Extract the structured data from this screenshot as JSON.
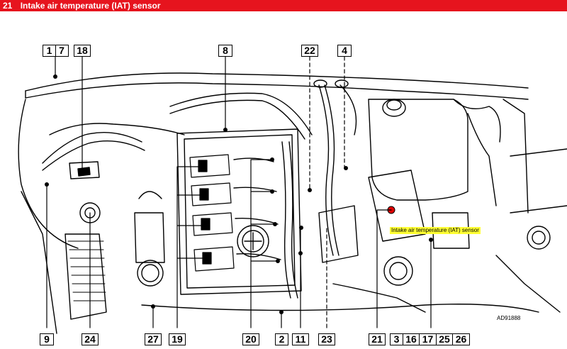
{
  "titlebar": {
    "number": "21",
    "title": "Intake air temperature (IAT) sensor"
  },
  "highlight_label": "Intake air temperature (IAT) sensor",
  "reference_code": "AD91888",
  "callouts": {
    "top": [
      [
        "1",
        "7"
      ],
      [
        "18"
      ],
      [
        "8"
      ],
      [
        "22"
      ],
      [
        "4"
      ]
    ],
    "bottom": [
      [
        "9"
      ],
      [
        "24"
      ],
      [
        "27"
      ],
      [
        "19"
      ],
      [
        "20"
      ],
      [
        "2"
      ],
      [
        "11"
      ],
      [
        "23"
      ],
      [
        "21"
      ],
      [
        "3",
        "16",
        "17",
        "25",
        "26"
      ]
    ]
  },
  "colors": {
    "title_bar": "#e6141e",
    "highlight": "#ffff33",
    "sensor_marker": "#e00000"
  }
}
